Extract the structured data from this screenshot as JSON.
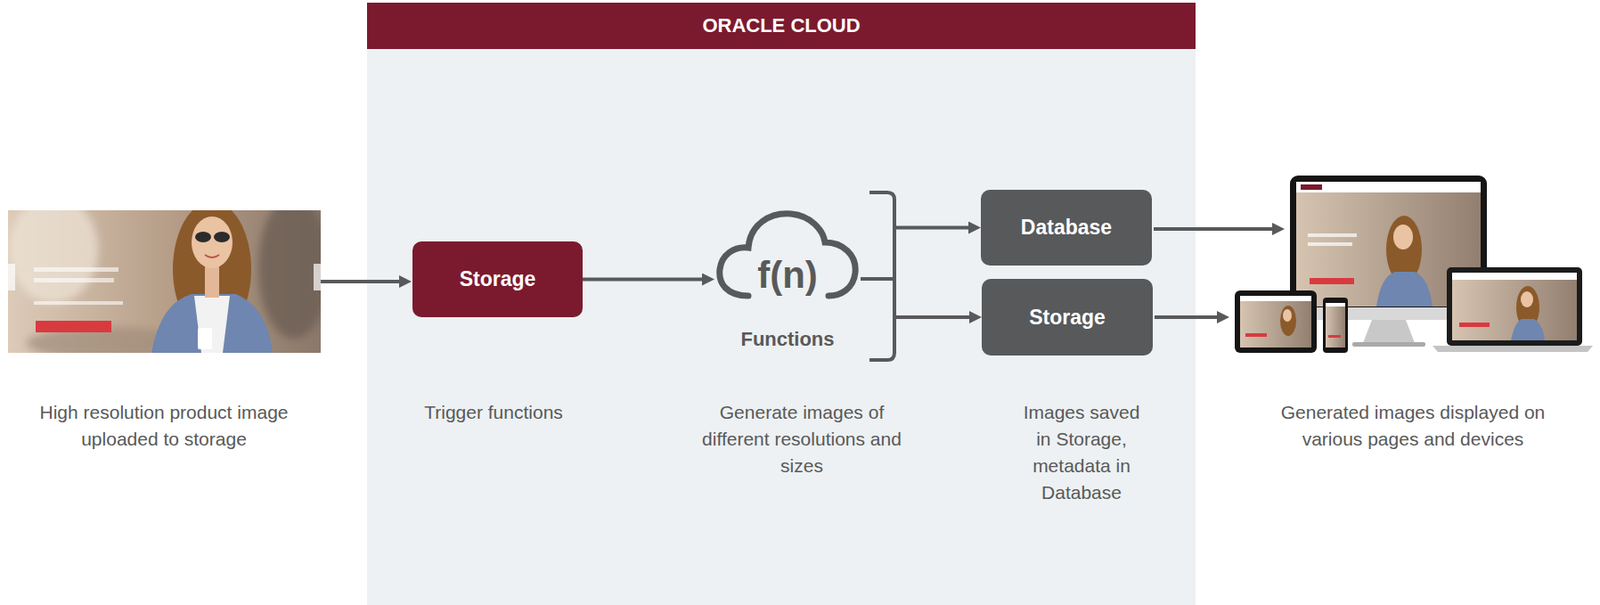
{
  "diagram": {
    "nodes": [
      {
        "text": [
          "ORACLE CLOUD"
        ]
      },
      {
        "text": [
          "Storage"
        ],
        "in": 0
      },
      {
        "text": [
          "f(n)",
          "Functions"
        ],
        "in": 0
      },
      {
        "text": [
          "Database"
        ],
        "in": 0
      },
      {
        "text": [
          "Storage"
        ],
        "in": 0
      }
    ],
    "edges": [
      {
        "from": 1,
        "to": 2,
        "arrow": "to"
      },
      {
        "from": 2,
        "to": 3,
        "arrow": "to"
      },
      {
        "from": 2,
        "to": 4,
        "arrow": "to"
      }
    ],
    "labels": [
      "High resolution product image uploaded to storage",
      "Trigger functions",
      "Generate images of different resolutions and sizes",
      "Images saved in Storage, metadata in Database",
      "Generated images displayed on various pages and devices"
    ]
  }
}
